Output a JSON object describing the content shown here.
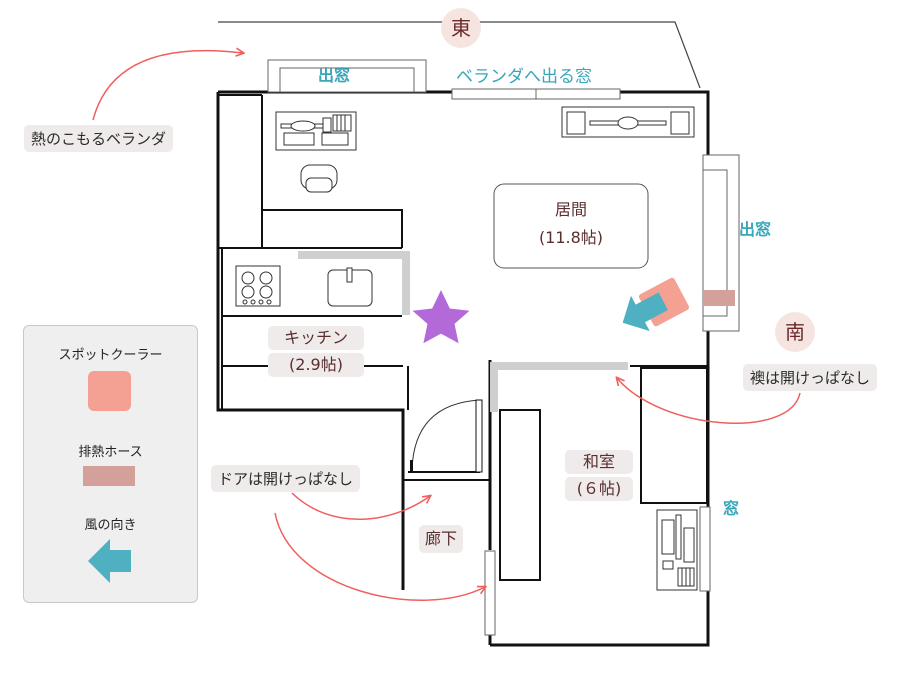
{
  "compass": {
    "east": "東",
    "south": "南"
  },
  "windows": {
    "top_window": "出窓",
    "veranda_window": "ベランダへ出る窓",
    "right_window": "出窓",
    "washitsu_window": "窓"
  },
  "rooms": {
    "living": {
      "name": "居間",
      "size": "(11.8帖)"
    },
    "kitchen": {
      "name": "キッチン",
      "size": "(2.9帖)"
    },
    "washitsu": {
      "name": "和室",
      "size": "(６帖)"
    },
    "hallway": {
      "name": "廊下"
    }
  },
  "annotations": {
    "veranda_note": "熱のこもるベランダ",
    "fusuma_note": "襖は開けっぱなし",
    "door_note": "ドアは開けっぱなし"
  },
  "legend": {
    "cooler": "スポットクーラー",
    "hose": "排熱ホース",
    "wind": "風の向き"
  },
  "colors": {
    "cooler": "#f4a193",
    "hose": "#d3a19a",
    "wind": "#4fb0c2",
    "star": "#b36ad8",
    "arrow": "#ef5f5f",
    "wall": "#111111",
    "partition": "#cfcfcf",
    "accent_text": "#3aa6b9"
  }
}
